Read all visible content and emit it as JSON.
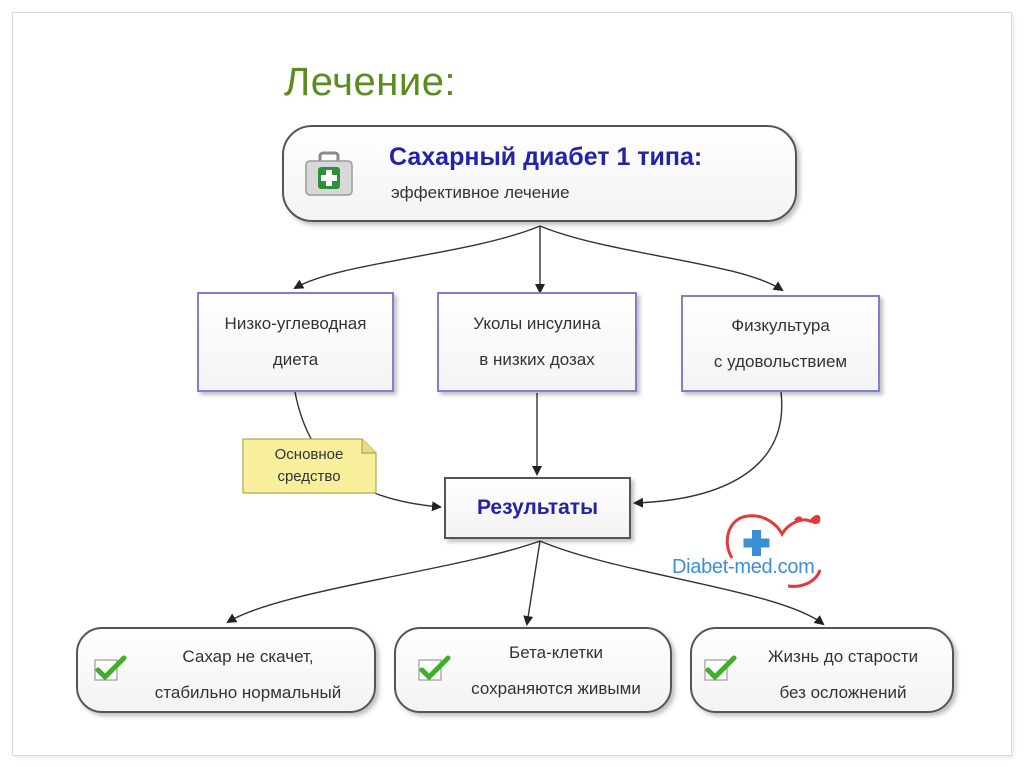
{
  "title": "Лечение:",
  "root": {
    "title": "Сахарный диабет 1 типа:",
    "subtitle": "эффективное лечение",
    "icon": "first-aid-kit-icon"
  },
  "methods": [
    {
      "line1": "Низко-углеводная",
      "line2": "диета"
    },
    {
      "line1": "Уколы инсулина",
      "line2": "в низких дозах"
    },
    {
      "line1": "Физкультура",
      "line2": "с удовольствием"
    }
  ],
  "note": {
    "line1": "Основное",
    "line2": "средство"
  },
  "results_label": "Результаты",
  "outcomes": [
    {
      "line1": "Сахар не скачет,",
      "line2": "стабильно нормальный",
      "icon": "checkmark-icon"
    },
    {
      "line1": "Бета-клетки",
      "line2": "сохраняются живыми",
      "icon": "checkmark-icon"
    },
    {
      "line1": "Жизнь до старости",
      "line2": "без осложнений",
      "icon": "checkmark-icon"
    }
  ],
  "logo_text": "Diabet-med.com",
  "colors": {
    "title_green": "#5b8c1f",
    "heading_blue": "#2323a8",
    "box_border_blue": "#7f7fd0",
    "note_yellow": "#f7ef9c",
    "check_green": "#3fae2a",
    "logo_red": "#e23a3a",
    "logo_blue": "#3a8fd6"
  }
}
